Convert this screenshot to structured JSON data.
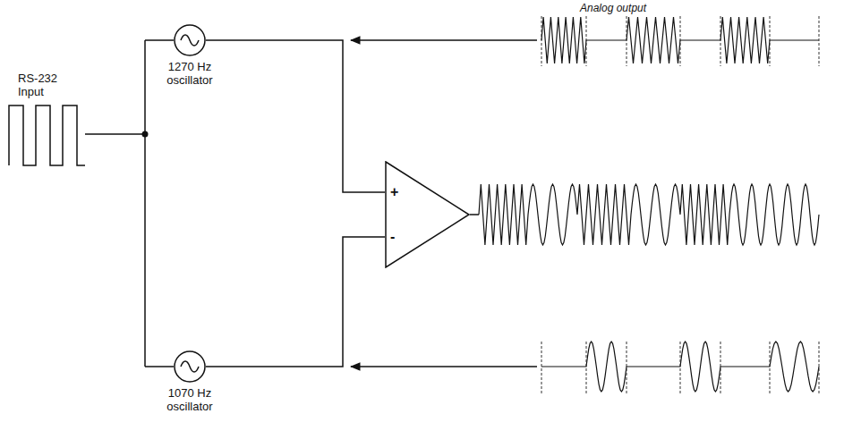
{
  "diagram": {
    "nodes": [
      {
        "text": [
          "1270 Hz oscillator"
        ]
      },
      {
        "text": [
          "1070 Hz oscillator"
        ]
      },
      {
        "text": [
          "+",
          "-"
        ]
      }
    ],
    "edges": [
      {
        "from": 0,
        "to": 2,
        "arrow": "none"
      },
      {
        "from": 1,
        "to": 2,
        "arrow": "none"
      }
    ],
    "labels": [
      "RS-232 Input",
      "Analog output"
    ]
  }
}
